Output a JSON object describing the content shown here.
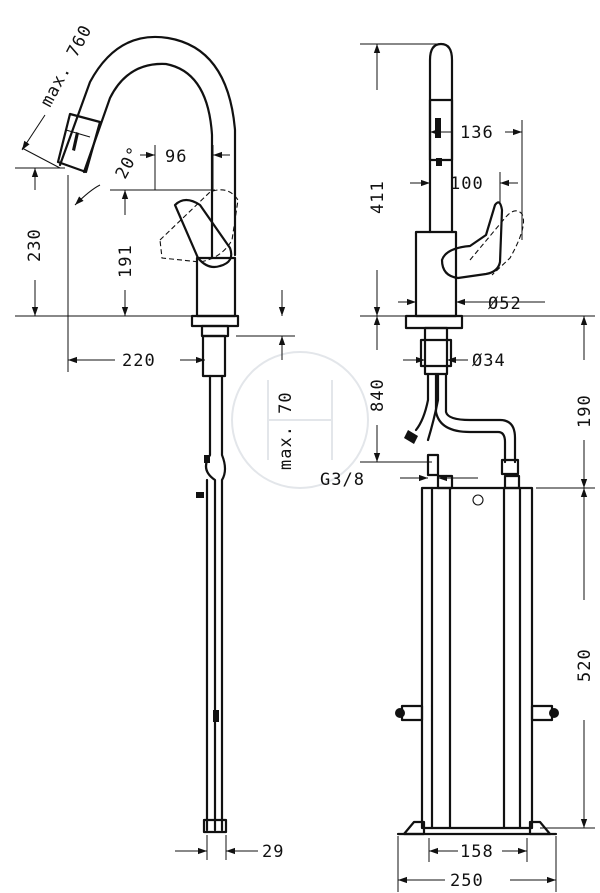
{
  "labels": {
    "side_max_spout": "max. 760",
    "side_angle": "20°",
    "side_96": "96",
    "side_230": "230",
    "side_191": "191",
    "side_220": "220",
    "side_max_hose": "max. 70",
    "side_29": "29",
    "front_411": "411",
    "front_136": "136",
    "front_100": "100",
    "front_dia52": "Ø52",
    "front_dia34": "Ø34",
    "front_840": "840",
    "front_190": "190",
    "front_thread": "G3/8",
    "front_520": "520",
    "front_158": "158",
    "front_250": "250"
  },
  "icons": {
    "watermark": "brand-watermark"
  }
}
